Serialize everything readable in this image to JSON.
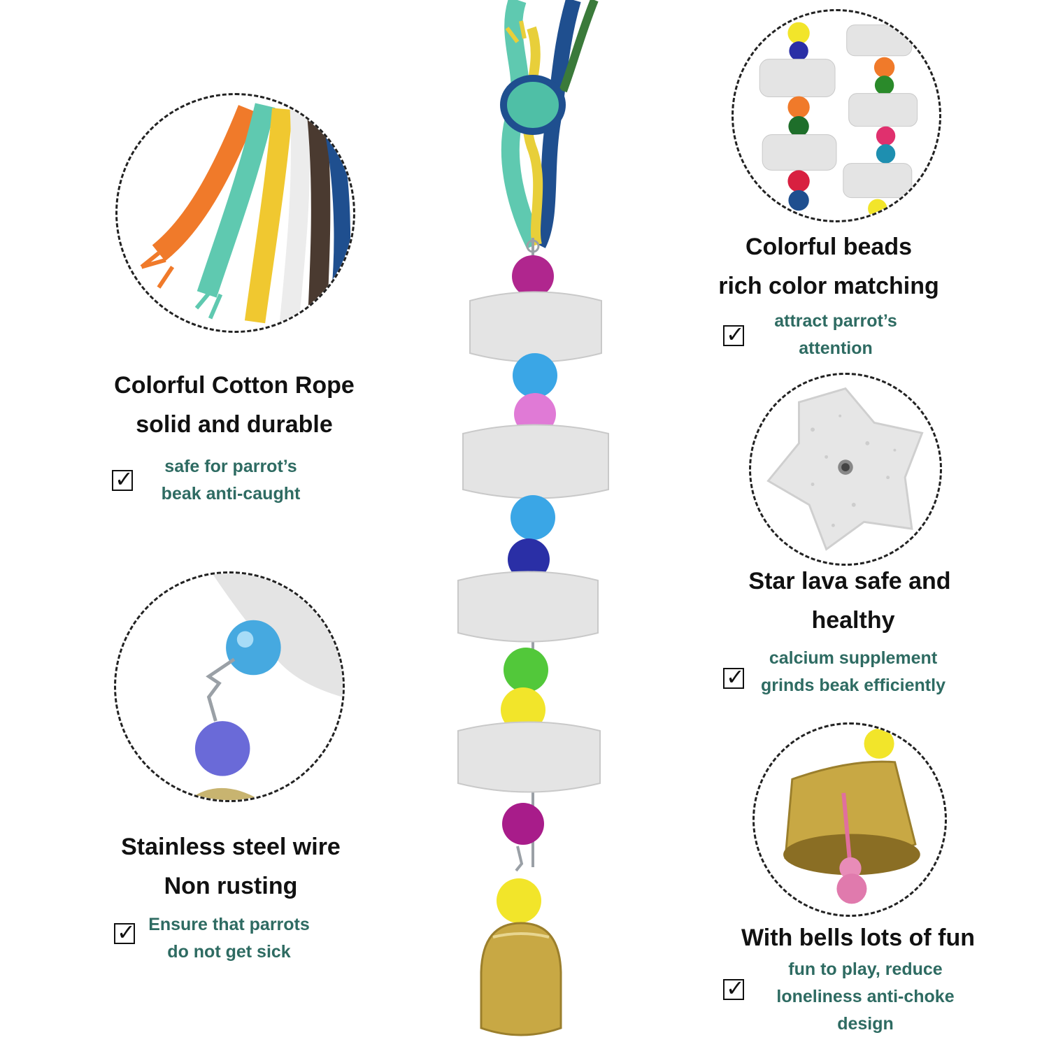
{
  "features": {
    "rope": {
      "title_line1": "Colorful Cotton Rope",
      "title_line2": "solid and durable",
      "desc_line1": "safe for parrot’s",
      "desc_line2": "beak anti-caught",
      "image_icon": "cotton-rope-closeup"
    },
    "beads": {
      "title_line1": "Colorful beads",
      "title_line2": "rich color matching",
      "desc_line1": "attract parrot’s",
      "desc_line2": "attention",
      "image_icon": "beads-lava-closeup"
    },
    "lava": {
      "title_line1": "Star lava safe and",
      "title_line2": "healthy",
      "desc_line1": "calcium supplement",
      "desc_line2": "grinds beak efficiently",
      "image_icon": "star-lava-closeup"
    },
    "wire": {
      "title_line1": "Stainless steel wire",
      "title_line2": "Non rusting",
      "desc_line1": "Ensure that parrots",
      "desc_line2": "do not get sick",
      "image_icon": "steel-wire-closeup"
    },
    "bell": {
      "title_line1": "With bells lots of fun",
      "desc_line1": "fun to play, reduce",
      "desc_line2": "loneliness anti-choke",
      "desc_line3": "design",
      "image_icon": "bell-closeup"
    }
  },
  "check_symbol": "✓",
  "colors": {
    "title": "#111111",
    "desc": "#2e6b62",
    "pumice": "#e4e4e4",
    "brass": "#c8a844"
  }
}
